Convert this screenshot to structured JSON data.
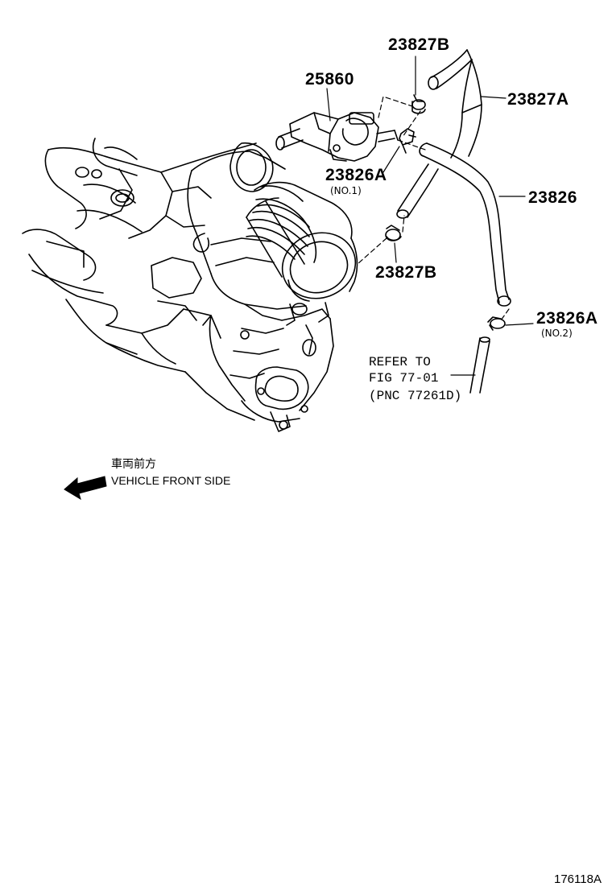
{
  "parts": {
    "p25860": "25860",
    "p23827B_top": "23827B",
    "p23827A": "23827A",
    "p23826A_1": "23826A",
    "p23826A_1_sub": "(NO.1)",
    "p23826": "23826",
    "p23827B_mid": "23827B",
    "p23826A_2": "23826A",
    "p23826A_2_sub": "(NO.2)"
  },
  "refer": {
    "line1": "REFER TO",
    "line2": "FIG 77-01",
    "line3": "(PNC 77261D)"
  },
  "direction": {
    "jp": "車両前方",
    "en": "VEHICLE FRONT SIDE"
  },
  "illustration_id": "176118A"
}
